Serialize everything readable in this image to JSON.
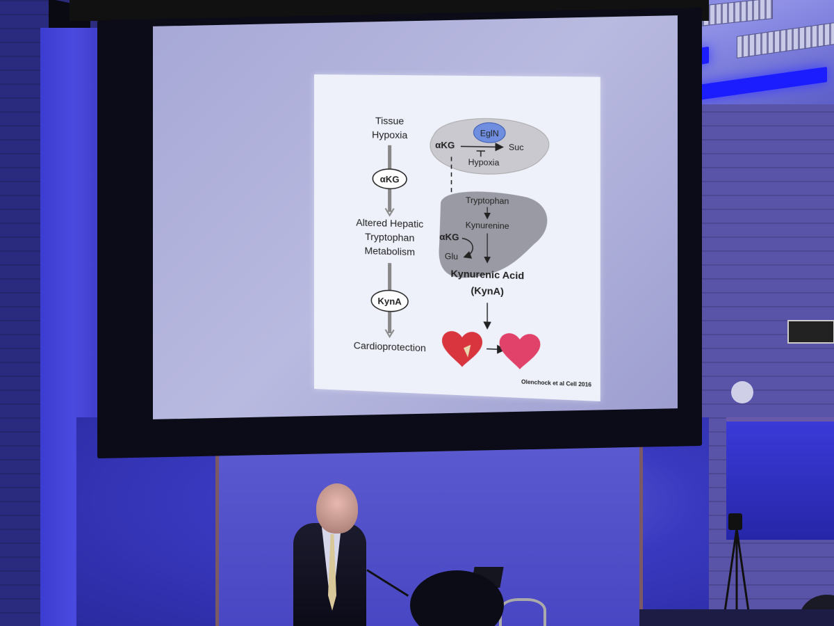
{
  "slide": {
    "left_flow": {
      "step1": [
        "Tissue",
        "Hypoxia"
      ],
      "node1": "αKG",
      "step2": [
        "Altered Hepatic",
        "Tryptophan",
        "Metabolism"
      ],
      "node2": "KynA",
      "step3": "Cardioprotection"
    },
    "cell": {
      "substrate": "αKG",
      "enzyme": "EglN",
      "product": "Suc",
      "inhibitor": "Hypoxia"
    },
    "liver": {
      "top": "Tryptophan",
      "middle": "Kynurenine",
      "side_substrate": "αKG",
      "side_product": "Glu",
      "output": "Kynurenic Acid",
      "output_abbr": "(KynA)"
    },
    "citation": "Olenchock et al Cell 2016"
  },
  "colors": {
    "slide_bg": "#eef0fa",
    "cell_fill": "#c9c9cf",
    "enzyme_fill": "#6f8ee0",
    "liver_fill": "#9a9aa4",
    "heart_red": "#d8353f",
    "heart_pink": "#e0426a",
    "stage_light": "#3a3aff"
  }
}
